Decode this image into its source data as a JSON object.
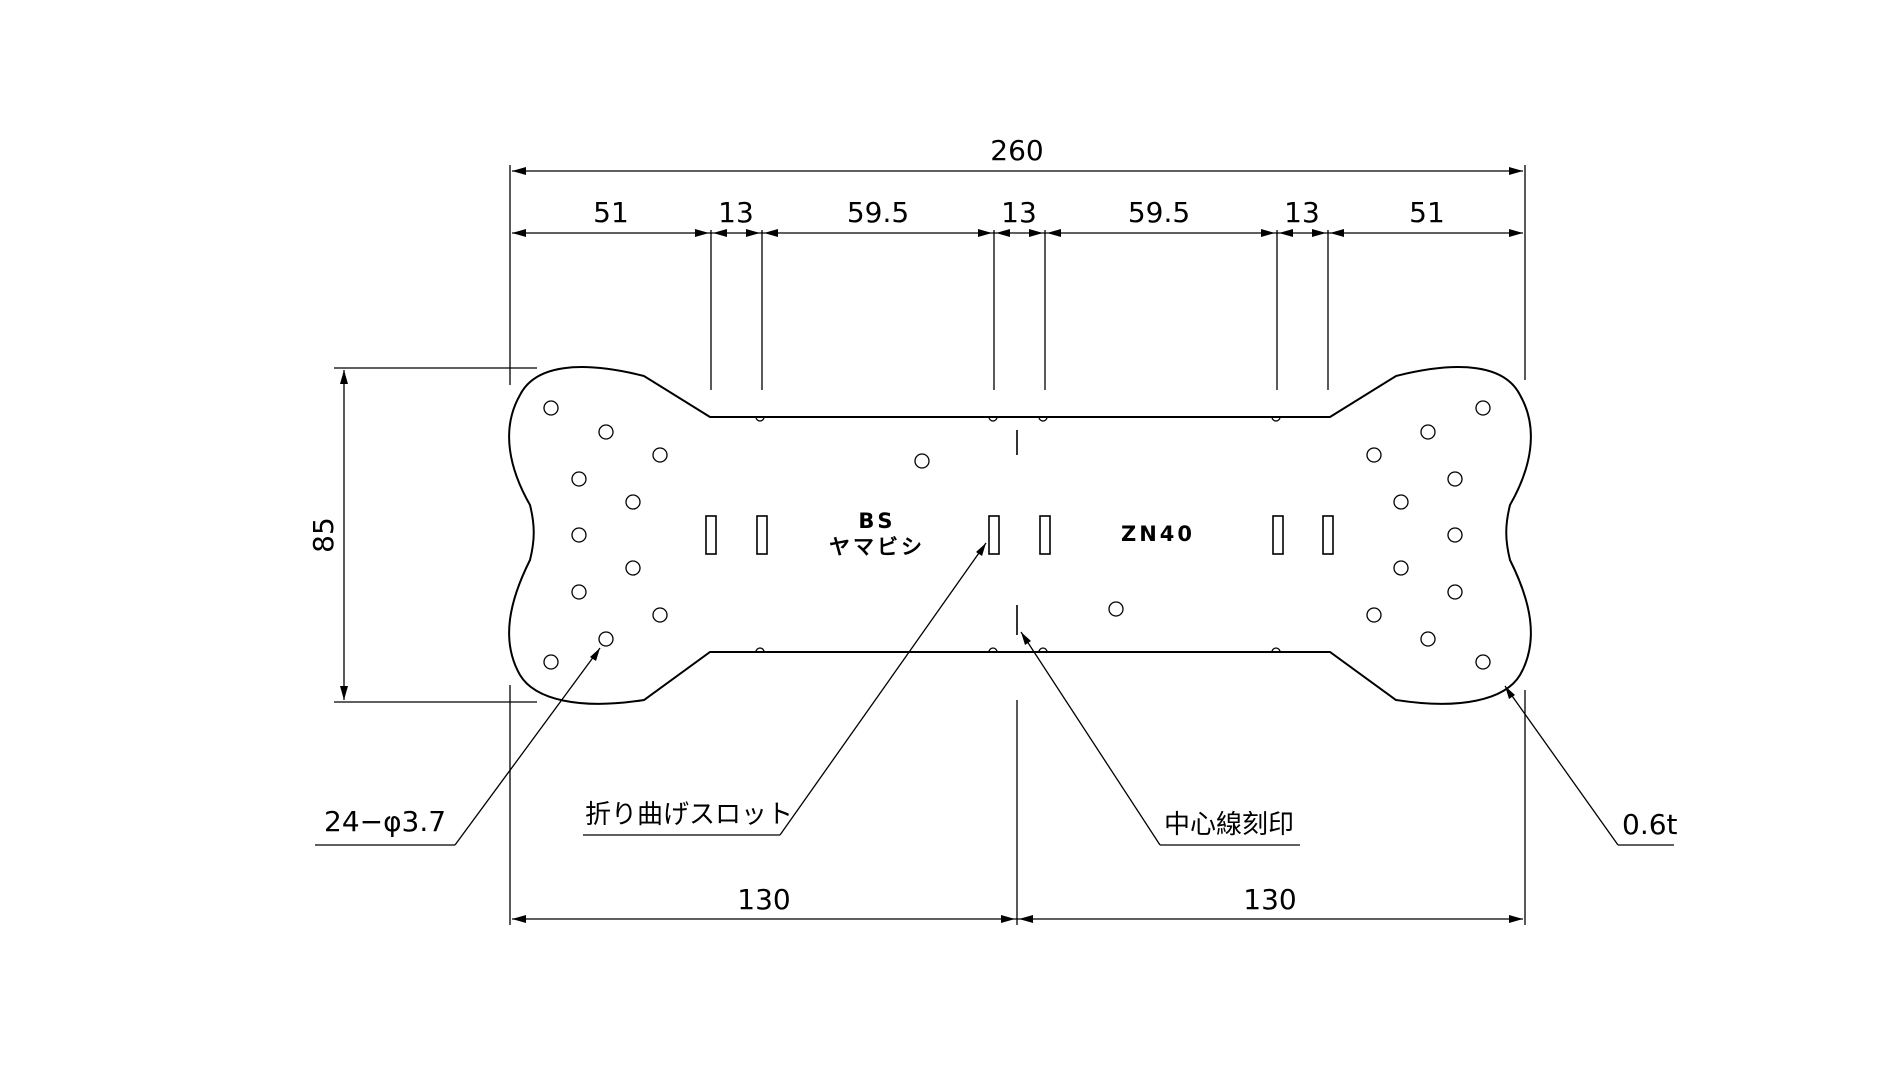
{
  "dimensions": {
    "overall_width": "260",
    "segments": [
      "51",
      "13",
      "59.5",
      "13",
      "59.5",
      "13",
      "51"
    ],
    "height": "85",
    "half_left": "130",
    "half_right": "130"
  },
  "markings": {
    "line1": "BS",
    "line2": "ヤマビシ",
    "model": "ZN40"
  },
  "callouts": {
    "holes": "24−φ3.7",
    "bend_slot": "折り曲げスロット",
    "center_mark": "中心線刻印",
    "thickness": "0.6t"
  }
}
